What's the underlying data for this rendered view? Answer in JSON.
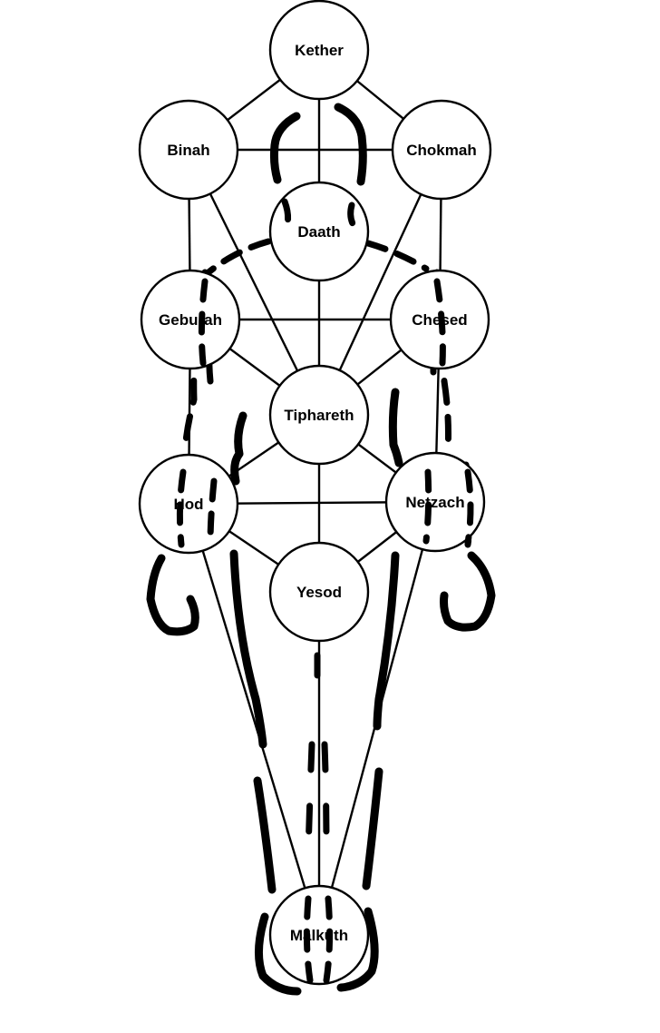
{
  "diagram": {
    "nodes": [
      {
        "id": "kether",
        "label": "Kether"
      },
      {
        "id": "binah",
        "label": "Binah"
      },
      {
        "id": "chokmah",
        "label": "Chokmah"
      },
      {
        "id": "daath",
        "label": "Daath"
      },
      {
        "id": "geburah",
        "label": "Geburah"
      },
      {
        "id": "chesed",
        "label": "Chesed"
      },
      {
        "id": "tiphareth",
        "label": "Tiphareth"
      },
      {
        "id": "hod",
        "label": "Hod"
      },
      {
        "id": "netzach",
        "label": "Netzach"
      },
      {
        "id": "yesod",
        "label": "Yesod"
      },
      {
        "id": "malkuth",
        "label": "Malkuth"
      }
    ],
    "paths": [
      [
        "kether",
        "binah"
      ],
      [
        "kether",
        "chokmah"
      ],
      [
        "kether",
        "daath"
      ],
      [
        "binah",
        "chokmah"
      ],
      [
        "binah",
        "geburah"
      ],
      [
        "binah",
        "tiphareth"
      ],
      [
        "chokmah",
        "chesed"
      ],
      [
        "chokmah",
        "tiphareth"
      ],
      [
        "daath",
        "tiphareth"
      ],
      [
        "geburah",
        "chesed"
      ],
      [
        "geburah",
        "tiphareth"
      ],
      [
        "geburah",
        "hod"
      ],
      [
        "chesed",
        "tiphareth"
      ],
      [
        "chesed",
        "netzach"
      ],
      [
        "tiphareth",
        "hod"
      ],
      [
        "tiphareth",
        "netzach"
      ],
      [
        "tiphareth",
        "yesod"
      ],
      [
        "hod",
        "netzach"
      ],
      [
        "hod",
        "yesod"
      ],
      [
        "hod",
        "malkuth"
      ],
      [
        "netzach",
        "yesod"
      ],
      [
        "netzach",
        "malkuth"
      ],
      [
        "yesod",
        "malkuth"
      ]
    ]
  }
}
